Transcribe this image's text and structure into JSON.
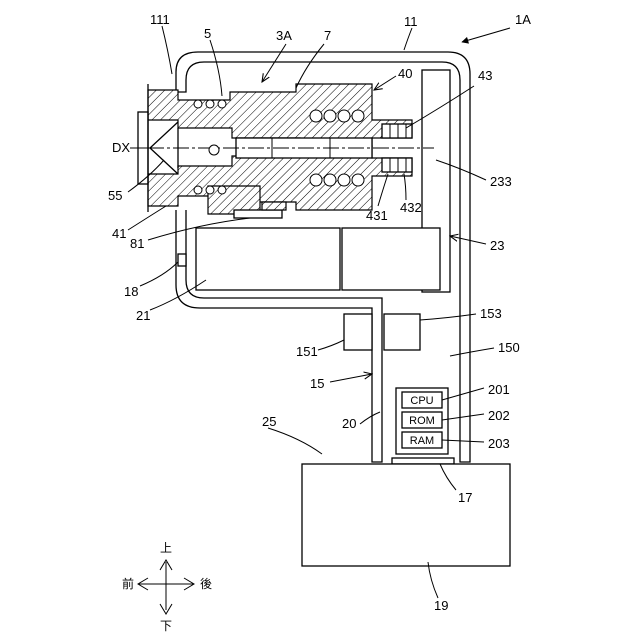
{
  "labels": {
    "l_1A": "1A",
    "l_11": "11",
    "l_111": "111",
    "l_5": "5",
    "l_3A": "3A",
    "l_7": "7",
    "l_40": "40",
    "l_43": "43",
    "l_DX": "DX",
    "l_233": "233",
    "l_55": "55",
    "l_431": "431",
    "l_432": "432",
    "l_41": "41",
    "l_81": "81",
    "l_23": "23",
    "l_18": "18",
    "l_21": "21",
    "l_153": "153",
    "l_151": "151",
    "l_150": "150",
    "l_15": "15",
    "l_201": "201",
    "l_202": "202",
    "l_203": "203",
    "l_20": "20",
    "l_25": "25",
    "l_17": "17",
    "l_19": "19"
  },
  "chips": {
    "cpu": "CPU",
    "rom": "ROM",
    "ram": "RAM"
  },
  "directions": {
    "up": "上",
    "down": "下",
    "front": "前",
    "back": "後"
  }
}
